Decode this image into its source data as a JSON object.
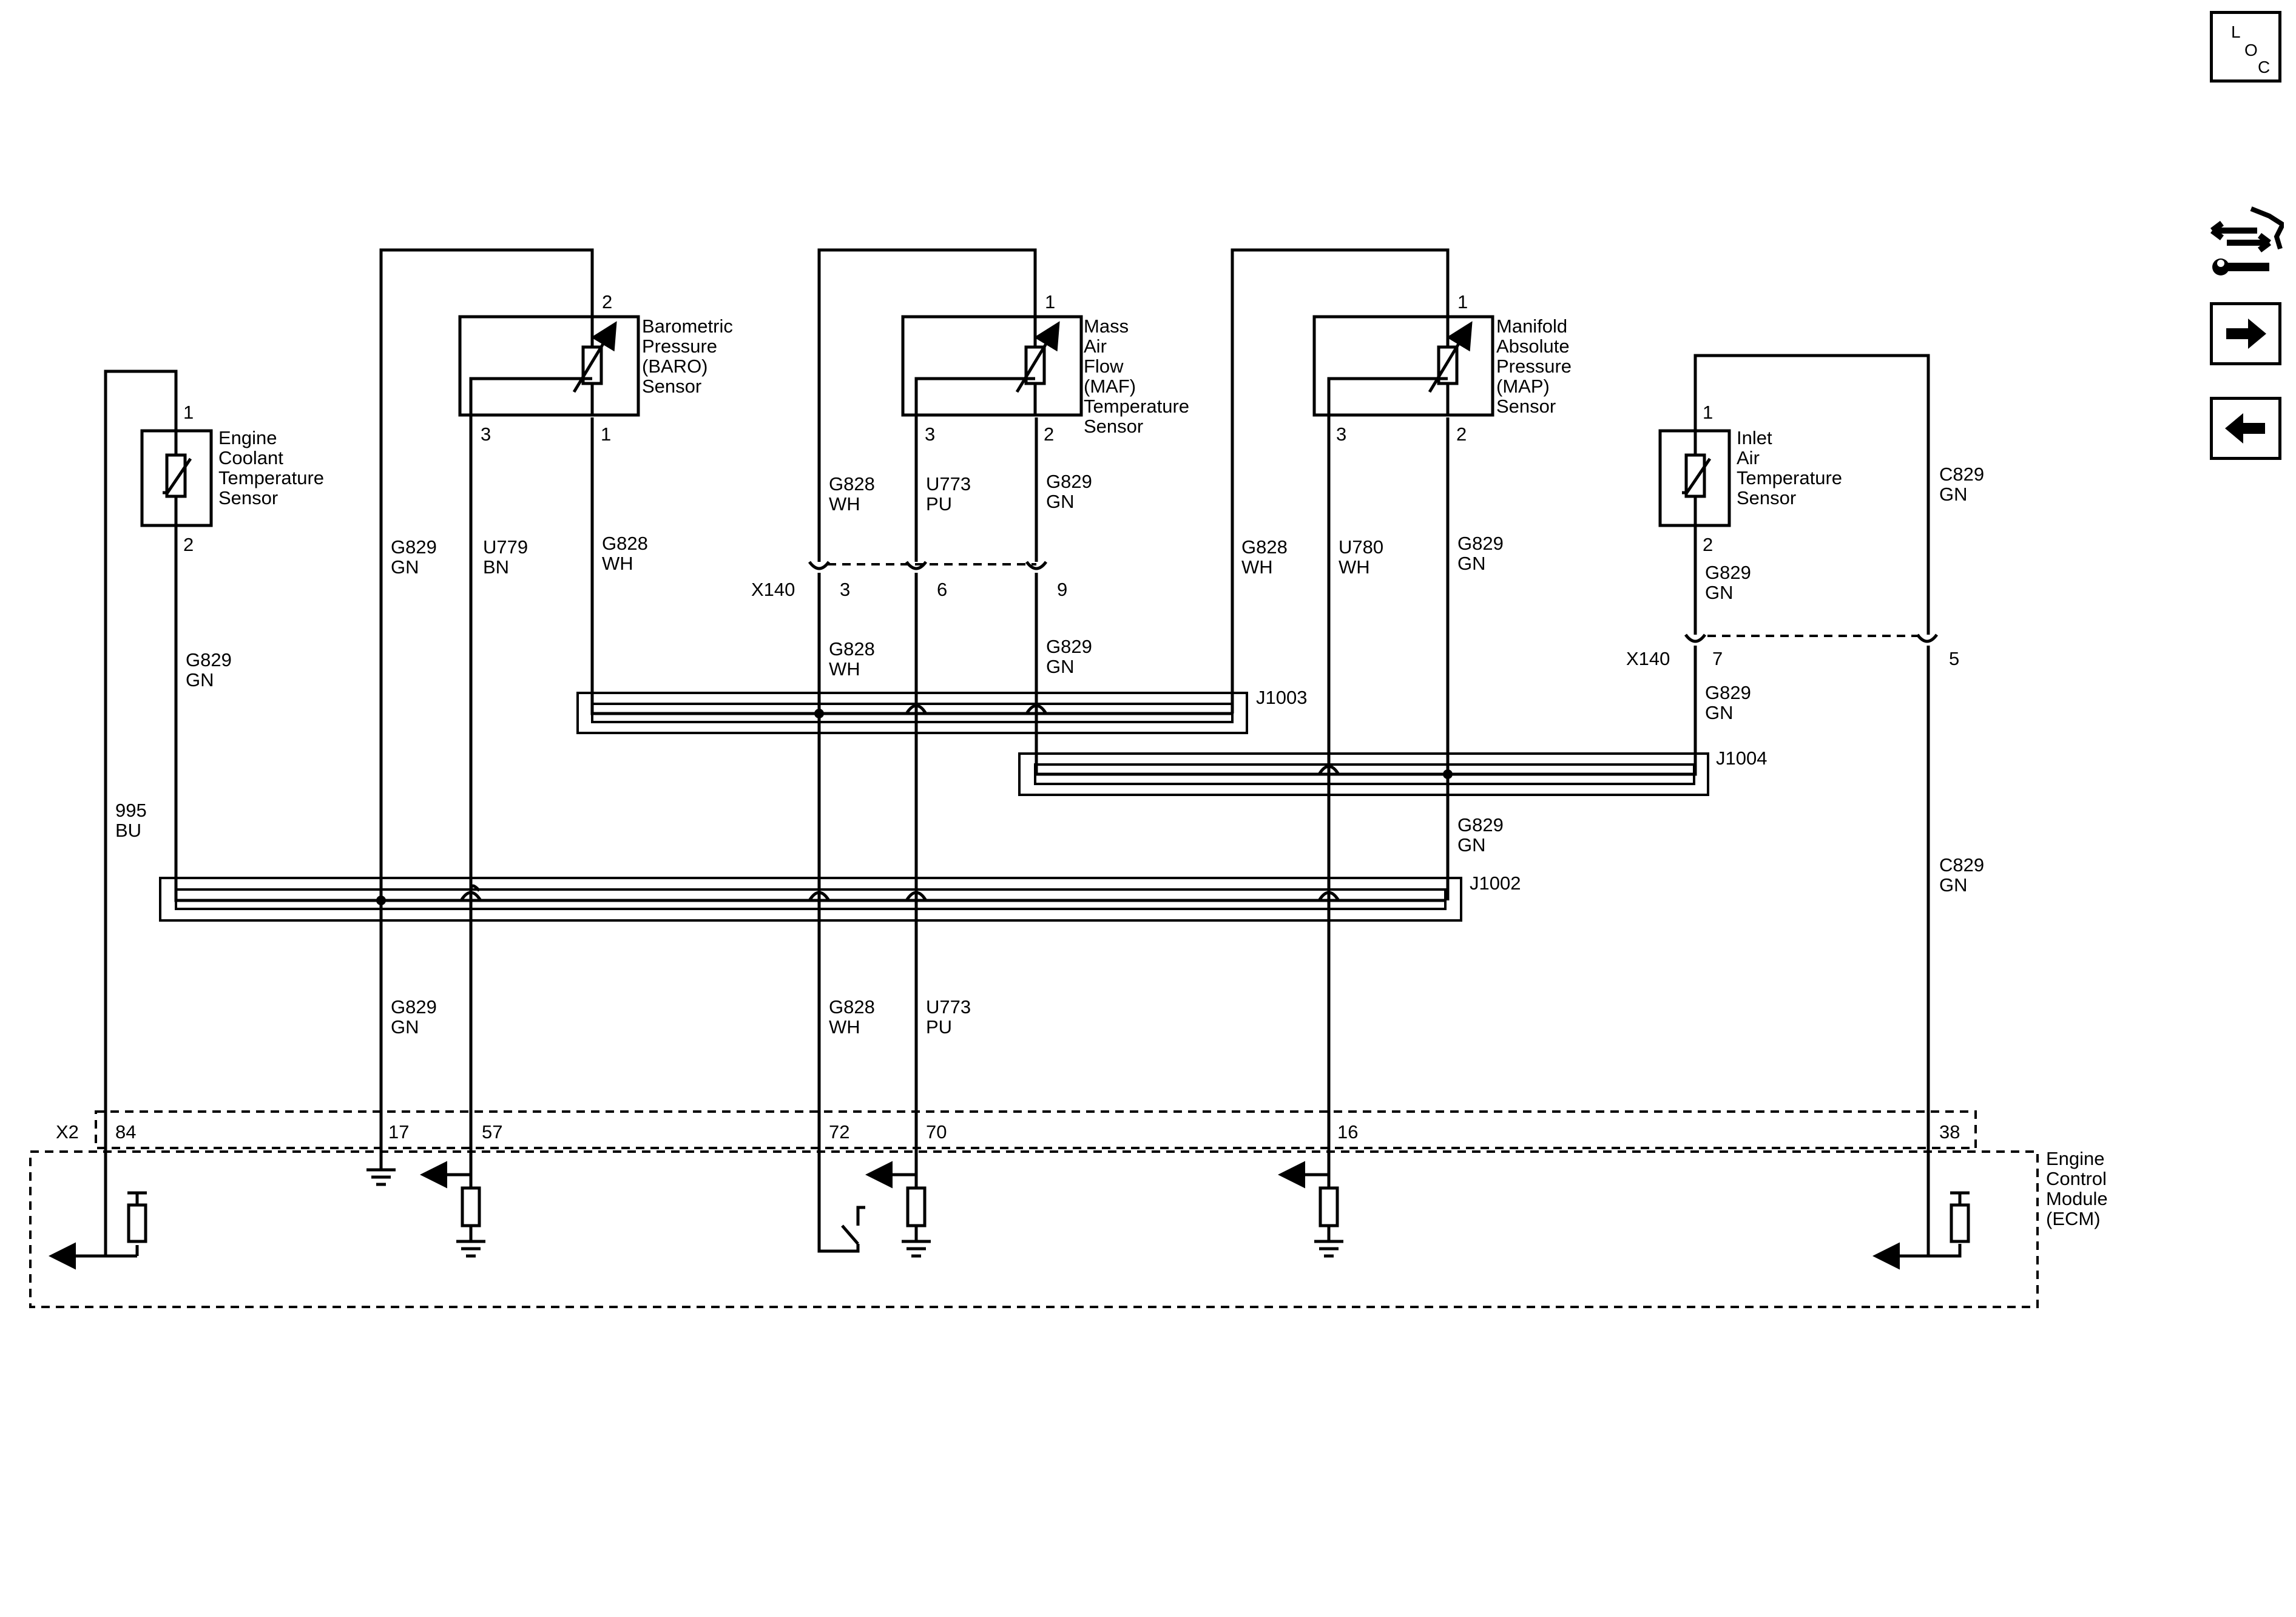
{
  "nav": {
    "loc": {
      "l": "L",
      "o": "O",
      "c": "C"
    },
    "icons": [
      "connector-end-view-icon",
      "next-arrow-icon",
      "previous-arrow-icon"
    ]
  },
  "components": {
    "ect": {
      "name": [
        "Engine",
        "Coolant",
        "Temperature",
        "Sensor"
      ],
      "pin_top": "1",
      "pin_bottom": "2"
    },
    "baro": {
      "name": [
        "Barometric",
        "Pressure",
        "(BARO)",
        "Sensor"
      ],
      "pin_top": "2",
      "pin_left": "3",
      "pin_right": "1"
    },
    "maf": {
      "name": [
        "Mass",
        "Air",
        "Flow",
        "(MAF)",
        "Temperature",
        "Sensor"
      ],
      "pin_top": "1",
      "pin_left": "3",
      "pin_right": "2"
    },
    "map": {
      "name": [
        "Manifold",
        "Absolute",
        "Pressure",
        "(MAP)",
        "Sensor"
      ],
      "pin_top": "1",
      "pin_left": "3",
      "pin_right": "2"
    },
    "iat": {
      "name": [
        "Inlet",
        "Air",
        "Temperature",
        "Sensor"
      ],
      "pin_top": "1",
      "pin_bottom": "2"
    },
    "ecm": {
      "name": [
        "Engine",
        "Control",
        "Module",
        "(ECM)"
      ]
    }
  },
  "wires": {
    "g829_ect": [
      "G829",
      "GN"
    ],
    "w995": [
      "995",
      "BU"
    ],
    "g829_baro": [
      "G829",
      "GN"
    ],
    "u779": [
      "U779",
      "BN"
    ],
    "g828_baro": [
      "G828",
      "WH"
    ],
    "g828_maf_top": [
      "G828",
      "WH"
    ],
    "u773_top": [
      "U773",
      "PU"
    ],
    "g829_maf_top": [
      "G829",
      "GN"
    ],
    "g828_mid": [
      "G828",
      "WH"
    ],
    "g829_mid": [
      "G829",
      "GN"
    ],
    "g828_right": [
      "G828",
      "WH"
    ],
    "u780": [
      "U780",
      "WH"
    ],
    "g829_map": [
      "G829",
      "GN"
    ],
    "c829_top": [
      "C829",
      "GN"
    ],
    "g829_iat_top": [
      "G829",
      "GN"
    ],
    "g829_iat_bottom": [
      "G829",
      "GN"
    ],
    "g829_j1004": [
      "G829",
      "GN"
    ],
    "c829_bottom": [
      "C829",
      "GN"
    ],
    "g829_bottom": [
      "G829",
      "GN"
    ],
    "g828_bottom": [
      "G828",
      "WH"
    ],
    "u773_bottom": [
      "U773",
      "PU"
    ]
  },
  "connectors": {
    "x140_left": "X140",
    "x140_right": "X140",
    "x140_pins": [
      "3",
      "6",
      "9",
      "7",
      "5"
    ],
    "x2": "X2",
    "x2_pins": [
      "84",
      "17",
      "57",
      "72",
      "70",
      "16",
      "38"
    ]
  },
  "splices": {
    "j1003": "J1003",
    "j1004": "J1004",
    "j1002": "J1002"
  }
}
